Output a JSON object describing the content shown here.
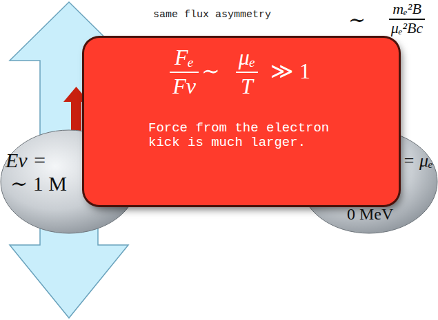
{
  "diagram": {
    "nodes": [
      {
        "text": [
          "Eν =",
          "∼ 1 M"
        ]
      },
      {
        "text": [
          "Fₑ",
          "Fν",
          "∼",
          "μₑ",
          "T",
          "≫ 1",
          "Force from the electron kick is much larger."
        ]
      },
      {
        "text": [
          "= μₑ",
          "0 MeV"
        ]
      }
    ],
    "labels": [
      "same flux asymmetry",
      "∼",
      "mₑ²B",
      "μₑ²Bc"
    ]
  }
}
